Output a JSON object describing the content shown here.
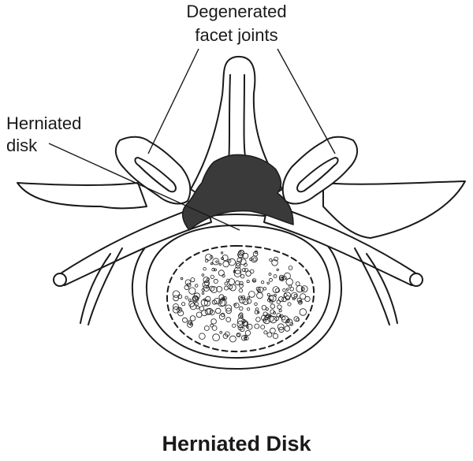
{
  "labels": {
    "facet_line1": "Degenerated",
    "facet_line2": "facet joints",
    "disk_line1": "Herniated",
    "disk_line2": "disk"
  },
  "title": "Herniated Disk",
  "colors": {
    "ink": "#1a1a1a",
    "herniation": "#3a3a3a",
    "background": "#ffffff"
  }
}
